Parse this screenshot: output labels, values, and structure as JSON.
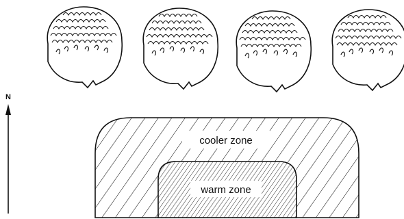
{
  "compass": {
    "label": "N",
    "icon": "north-arrow-icon"
  },
  "colonies": [
    {
      "icon": "coral-colony-icon"
    },
    {
      "icon": "coral-colony-icon"
    },
    {
      "icon": "coral-colony-icon"
    },
    {
      "icon": "coral-colony-icon"
    }
  ],
  "zones": {
    "outer_label": "cooler zone",
    "inner_label": "warm zone"
  },
  "colors": {
    "ink": "#111111",
    "background": "#ffffff"
  }
}
